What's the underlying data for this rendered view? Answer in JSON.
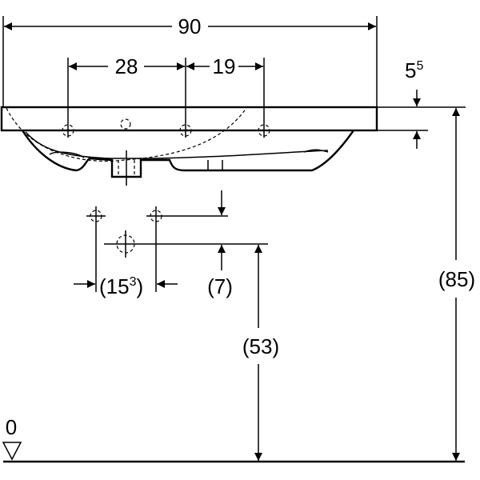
{
  "drawing": {
    "width_label": "90",
    "tap_spacing_left": "28",
    "tap_spacing_right": "19",
    "rim_thickness": {
      "base": "5",
      "sup": "5"
    },
    "total_height": "(85)",
    "drain_spacing": {
      "prefix": "(15",
      "sup": "3",
      "suffix": ")"
    },
    "drain_offset": "(7)",
    "drain_height": "(53)",
    "floor_level": "0"
  }
}
